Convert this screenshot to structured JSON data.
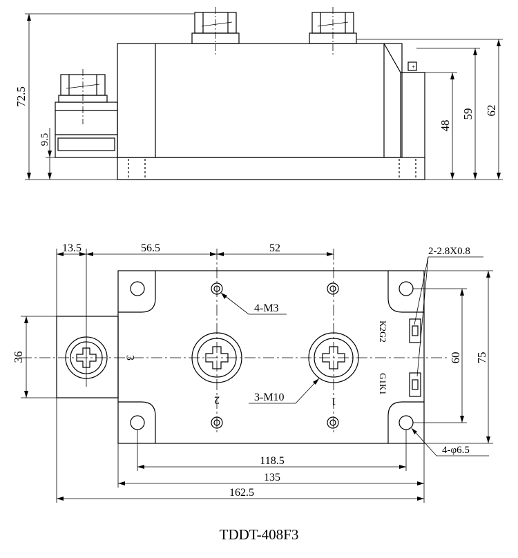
{
  "caption": "TDDT-408F3",
  "colors": {
    "ink": "#000000",
    "background": "#ffffff"
  },
  "side_view": {
    "dims": {
      "overall_height": "72.5",
      "terminal_base": "9.5",
      "body_height": "48",
      "pin_height": "59",
      "total_height": "62"
    }
  },
  "top_view": {
    "dims": {
      "offset_left": "13.5",
      "terminal_pitch_1": "56.5",
      "terminal_pitch_2": "52",
      "terminal3_width": "36",
      "hole_pitch_v": "60",
      "body_height": "75",
      "hole_pitch_h": "118.5",
      "body_width": "135",
      "overall_width": "162.5"
    },
    "callouts": {
      "pin_tabs": "2-2.8X0.8",
      "small_holes": "4-M3",
      "screws": "3-M10",
      "mount_holes": "4-φ6.5"
    },
    "labels": {
      "terminal_3": "3",
      "terminal_2": "2",
      "terminal_1": "1",
      "gate_upper": "K2G2",
      "gate_lower": "G1K1"
    }
  }
}
